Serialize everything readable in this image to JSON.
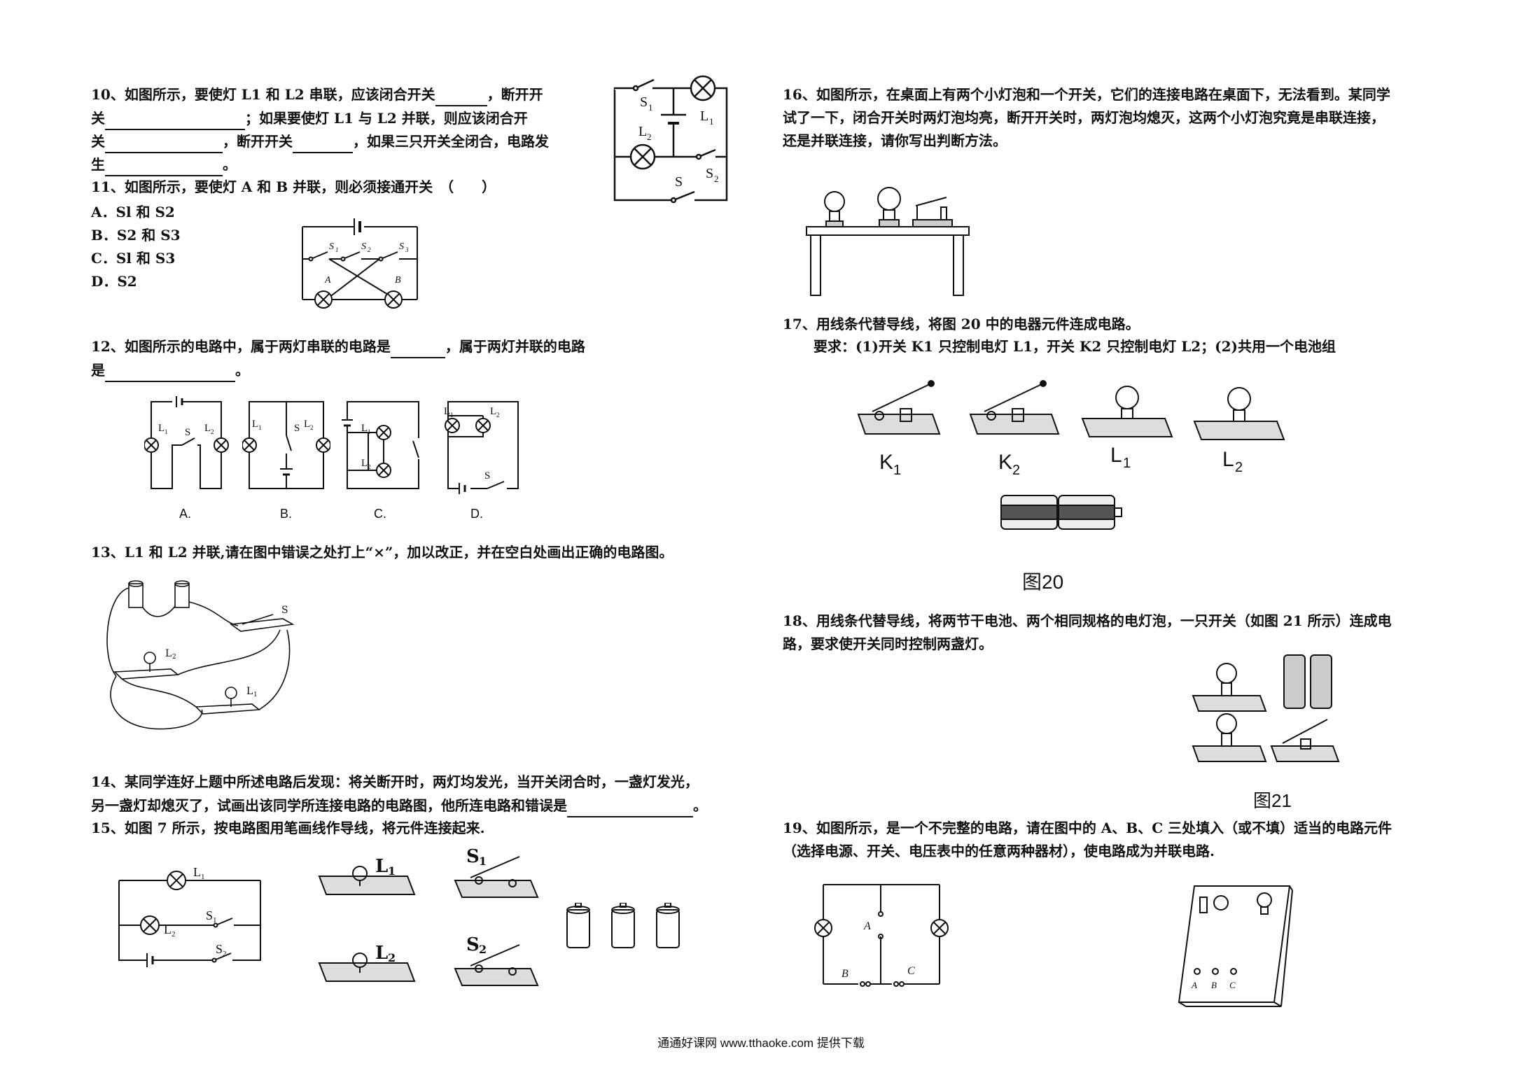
{
  "left": {
    "q10": {
      "line1a": "10、如图所示，要使灯 L1 和 L2 串联，应该闭合开关",
      "line1b": "，断开开",
      "line2a": "关",
      "line2b": "；如果要使灯 L1 与 L2 并联，则应该闭合开",
      "line3a": "关",
      "line3b": "，断开开关",
      "line3c": "，如果三只开关全闭合，电路发",
      "line4a": "生",
      "line4b": "。"
    },
    "q11": {
      "question": "11、如图所示，要使灯 A 和 B 并联，则必须接通开关　（　　）",
      "options": [
        "A．Sl 和 S2",
        "B．S2 和 S3",
        "C．Sl 和 S3",
        "D．S2"
      ]
    },
    "q12": {
      "line1a": "12、如图所示的电路中，属于两灯串联的电路是",
      "line1b": "，属于两灯并联的电路",
      "line2a": "是",
      "line2b": "。",
      "captions": [
        "A.",
        "B.",
        "C.",
        "D."
      ]
    },
    "q13": {
      "text": "13、L1 和 L2 并联,请在图中错误之处打上“×”，加以改正，并在空白处画出正确的电路图。"
    },
    "q14": {
      "line1": "14、某同学连好上题中所述电路后发现：将关断开时，两灯均发光，当开关闭合时，一盏灯发光，",
      "line2a": "另一盏灯却熄灭了，试画出该同学所连接电路的电路图，他所连电路和错误是",
      "line2b": "。"
    },
    "q15": {
      "text": "15、如图 7 所示，按电路图用笔画线作导线，将元件连接起来."
    }
  },
  "right": {
    "q16": {
      "line1": "16、如图所示，在桌面上有两个小灯泡和一个开关，它们的连接电路在桌面下，无法看到。某同学",
      "line2": "试了一下，闭合开关时两灯泡均亮，断开开关时，两灯泡均熄灭，这两个小灯泡究竟是串联连接，",
      "line3": "还是并联连接，请你写出判断方法。"
    },
    "q17": {
      "line1": "17、用线条代替导线，将图 20 中的电器元件连成电路。",
      "line2": "要求：(1)开关 K1 只控制电灯 L1，开关 K2 只控制电灯 L2；(2)共用一个电池组",
      "fig_caption": "图20"
    },
    "q18": {
      "line1": "18、用线条代替导线，将两节干电池、两个相同规格的电灯泡，一只开关（如图 21 所示）连成电",
      "line2": "路，要求使开关同时控制两盏灯。",
      "fig_caption": "图21"
    },
    "q19": {
      "line1": "19、如图所示，是一个不完整的电路，请在图中的 A、B、C 三处填入（或不填）适当的电路元件",
      "line2": "（选择电源、开关、电压表中的任意两种器材），使电路成为并联电路."
    }
  },
  "figure_labels": {
    "S1": "S",
    "S2": "S",
    "S3": "S",
    "S": "S",
    "L1": "L",
    "L2": "L",
    "A": "A",
    "B": "B",
    "C": "C",
    "K1": "K",
    "K2": "K",
    "sub1": "1",
    "sub2": "2",
    "sub3": "3"
  },
  "footer": "通通好课网 www.tthaoke.com 提供下载"
}
